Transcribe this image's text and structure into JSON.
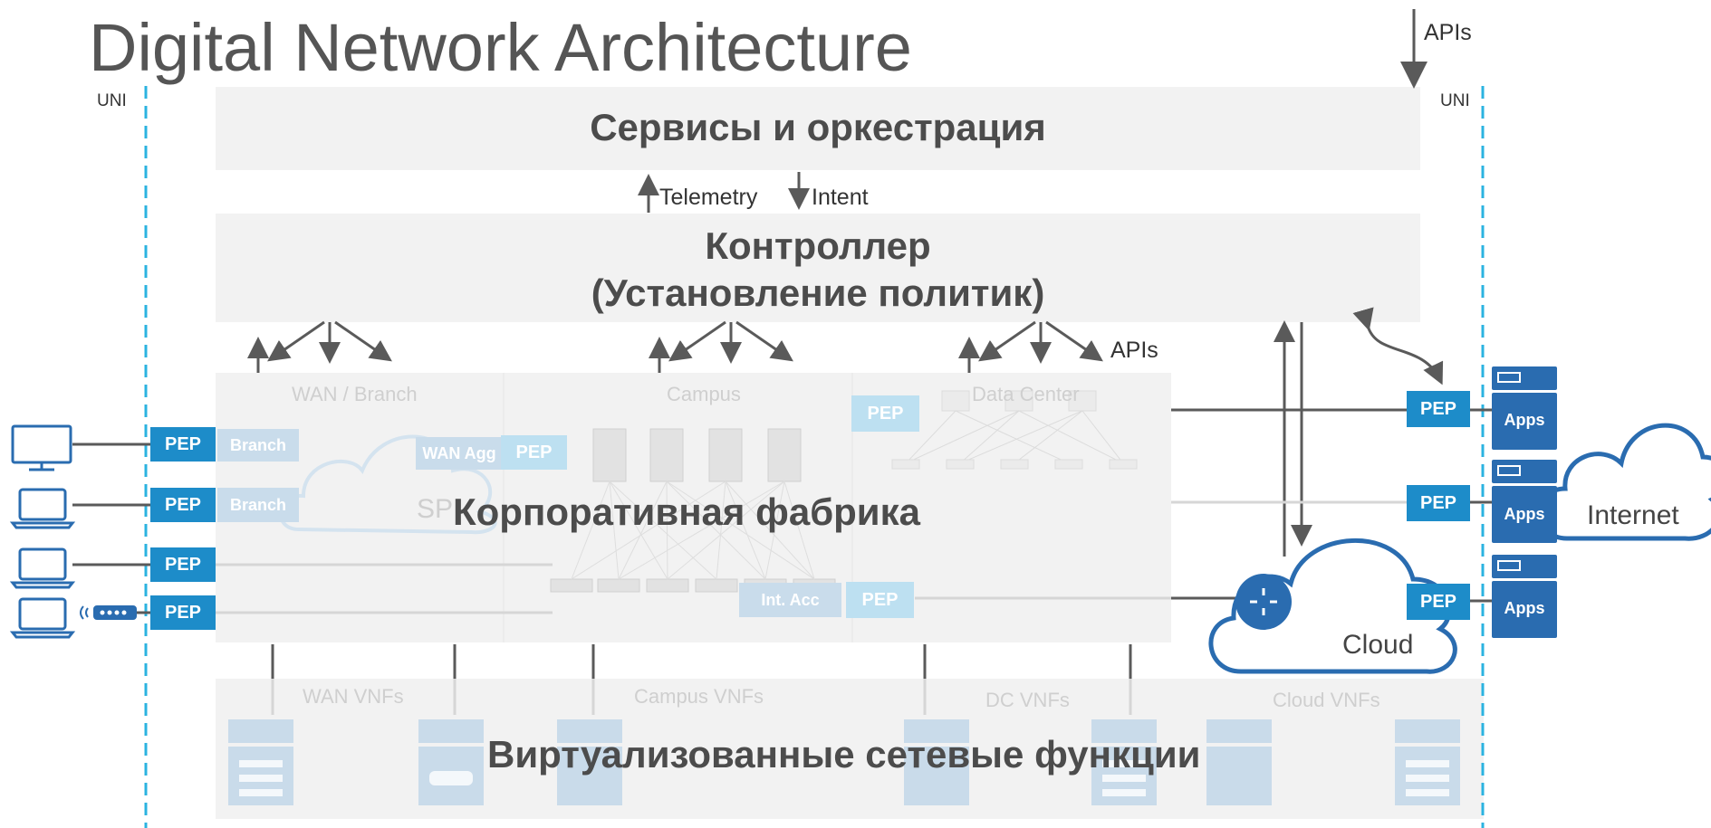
{
  "title": "Digital Network Architecture",
  "uni_label": "UNI",
  "apis_label": "APIs",
  "telemetry_label": "Telemetry",
  "intent_label": "Intent",
  "services_label": "Сервисы и оркестрация",
  "controller_label_line1": "Контроллер",
  "controller_label_line2": "(Установление политик)",
  "fabric_label": "Корпоративная фабрика",
  "vnf_label": "Виртуализованные сетевые функции",
  "zones": {
    "wan_branch": "WAN / Branch",
    "campus": "Campus",
    "data_center": "Data Center",
    "sp": "SP"
  },
  "vnf_zones": {
    "wan": "WAN VNFs",
    "campus": "Campus VNFs",
    "dc": "DC VNFs",
    "cloud": "Cloud  VNFs"
  },
  "pep_label": "PEP",
  "branch_label": "Branch",
  "wan_agg_label": "WAN Agg",
  "int_acc_label": "Int. Acc",
  "apps_label": "Apps",
  "internet_label": "Internet",
  "cloud_label": "Cloud",
  "colors": {
    "pep_blue": "#1d8cc9",
    "apps_blue": "#2a6cb0",
    "uni_line": "#2bb3e0",
    "band_gray": "#f2f2f2",
    "arrow_gray": "#5a5a5a"
  },
  "icons": [
    "monitor-icon",
    "laptop-icon",
    "wireless-access-point-icon",
    "server-apps-icon",
    "firewall-icon",
    "router-icon",
    "cloud-icon"
  ]
}
